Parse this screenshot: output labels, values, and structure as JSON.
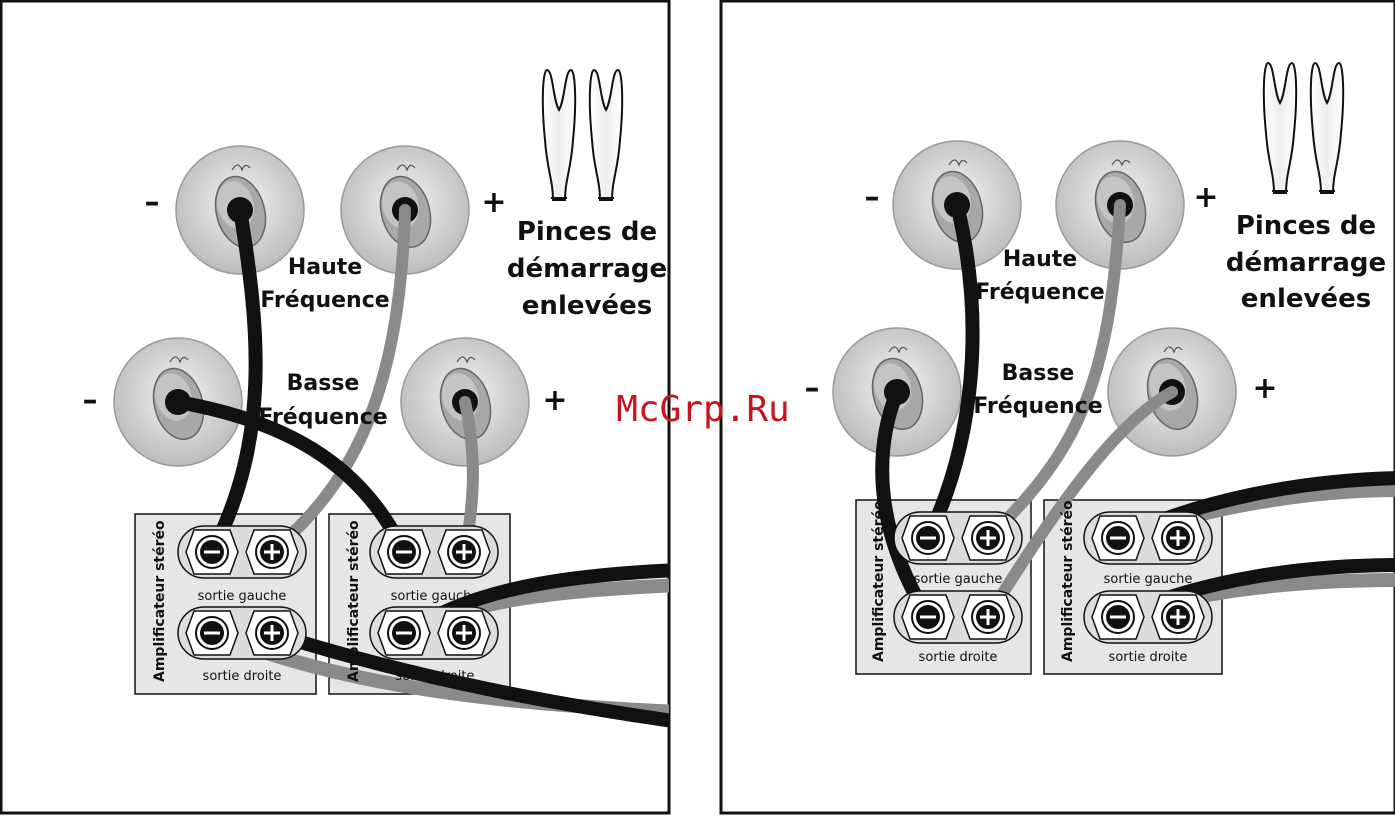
{
  "labels": {
    "haute_1": "Haute",
    "haute_2": "Fréquence",
    "basse_1": "Basse",
    "basse_2": "Fréquence",
    "pinces_1": "Pinces de",
    "pinces_2": "démarrage",
    "pinces_3": "enlevées",
    "minus": "–",
    "plus": "+",
    "amp": "Amplificateur stéréo",
    "sortie_gauche": "sortie gauche",
    "sortie_droite": "sortie droite"
  },
  "watermark": "McGrp.Ru",
  "colors": {
    "wire_black": "#1a1a1a",
    "wire_grey": "#8a8a8a",
    "panel": "#e6e6e6",
    "watermark": "#c9141c"
  },
  "icons": [
    "terminal-post-icon",
    "minus-screw-icon",
    "plus-screw-icon",
    "jumper-clip-icon"
  ]
}
